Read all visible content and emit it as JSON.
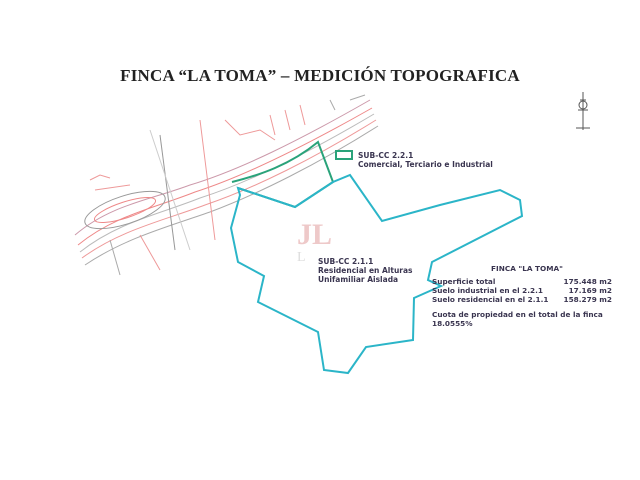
{
  "title": "FINCA “LA TOMA” – MEDICIÓN TOPOGRAFICA",
  "legend": {
    "sub_2_2_1": {
      "code": "SUB-CC 2.2.1",
      "desc": "Comercial, Terciario e Industrial",
      "color": "#2aa37a"
    }
  },
  "zone_label": {
    "code": "SUB-CC 2.1.1",
    "line1": "Residencial en Alturas",
    "line2": "Unifamiliar Aislada",
    "color": "#2bb5c8"
  },
  "watermark": "JL",
  "info": {
    "heading": "FINCA \"LA TOMA\"",
    "rows": [
      {
        "label": "Superficie total",
        "value": "175.448 m2"
      },
      {
        "label": "Suelo industrial en el 2.2.1",
        "value": "17.169 m2"
      },
      {
        "label": "Suelo residencial en el 2.1.1",
        "value": "158.279 m2"
      }
    ],
    "quota_label": "Cuota de propiedad en el total de la finca",
    "quota_value": "18.0555%"
  },
  "icons": [
    "north-arrow-icon"
  ]
}
